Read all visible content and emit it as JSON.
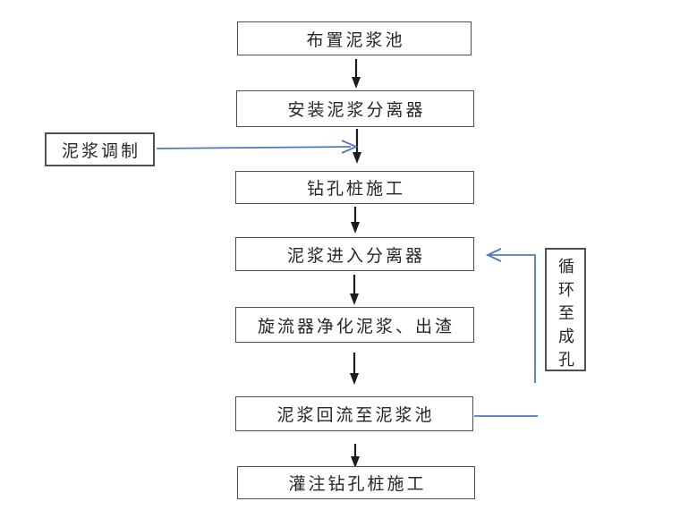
{
  "flowchart": {
    "nodes": {
      "arrange_mud_pool": "布置泥浆池",
      "install_mud_separator": "安装泥浆分离器",
      "mud_preparation": "泥浆调制",
      "bored_pile_construction": "钻孔桩施工",
      "mud_enters_separator": "泥浆进入分离器",
      "cyclone_purifies_mud_discharge_slag": "旋流器净化泥浆、出渣",
      "mud_returns_to_mud_pool": "泥浆回流至泥浆池",
      "pour_bored_pile_construction": "灌注钻孔桩施工",
      "circulate_until_hole_formed": "循环至成孔"
    },
    "colors": {
      "flow_arrow": "#1c1c1c",
      "link_line": "#4f7cb8",
      "node_border": "#4f4f4f",
      "node_text": "#262626",
      "background": "#ffffff"
    }
  }
}
